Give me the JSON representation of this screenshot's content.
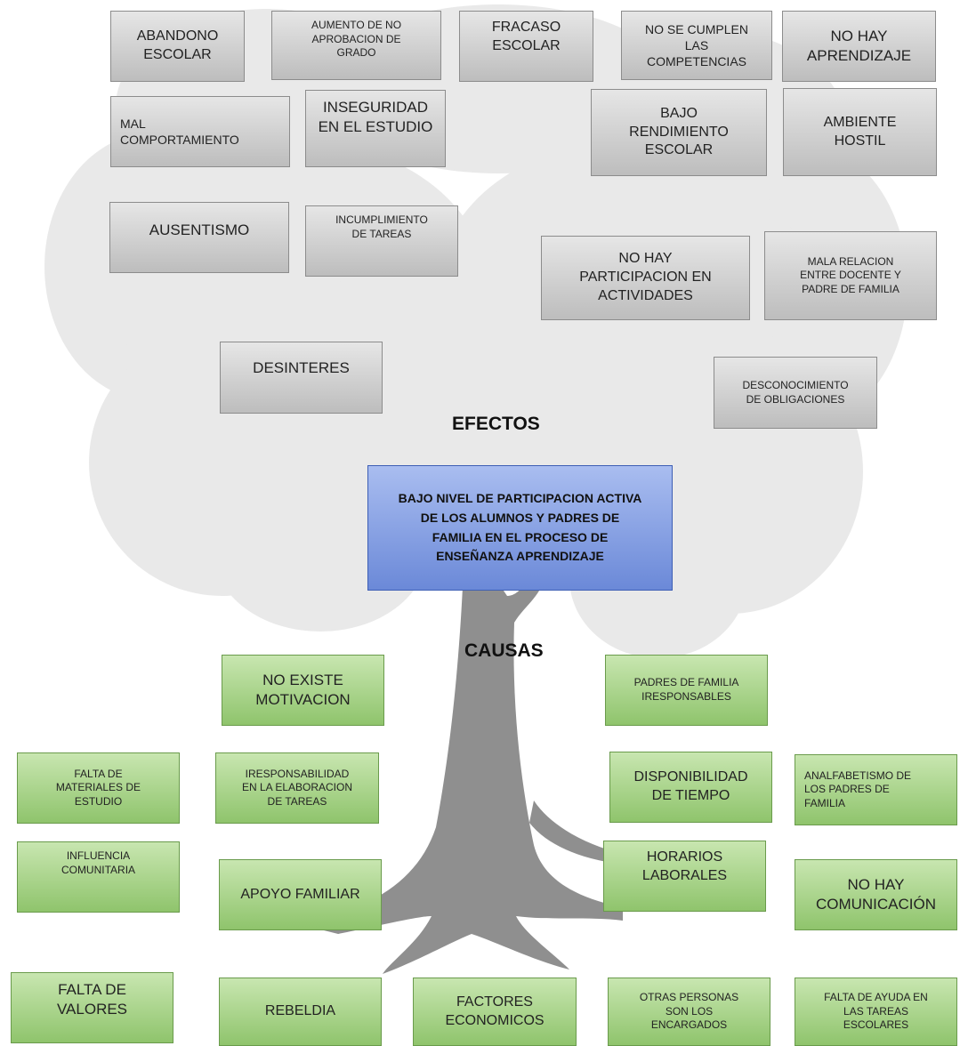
{
  "headings": {
    "effects": "EFECTOS",
    "causes": "CAUSAS"
  },
  "problem": "BAJO NIVEL DE PARTICIPACION ACTIVA\nDE LOS ALUMNOS Y PADRES DE\nFAMILIA EN EL PROCESO DE\nENSEÑANZA APRENDIZAJE",
  "effects": [
    "ABANDONO\nESCOLAR",
    "AUMENTO DE NO\nAPROBACION DE\nGRADO",
    "FRACASO\nESCOLAR",
    "NO SE CUMPLEN\nLAS\nCOMPETENCIAS",
    "NO HAY\nAPRENDIZAJE",
    "MAL\nCOMPORTAMIENTO",
    "INSEGURIDAD\nEN EL ESTUDIO",
    "BAJO\nRENDIMIENTO\nESCOLAR",
    "AMBIENTE\nHOSTIL",
    "AUSENTISMO",
    "INCUMPLIMIENTO\nDE TAREAS",
    "NO HAY\nPARTICIPACION EN\nACTIVIDADES",
    "MALA RELACION\nENTRE DOCENTE Y\nPADRE DE FAMILIA",
    "DESINTERES",
    "DESCONOCIMIENTO\nDE OBLIGACIONES"
  ],
  "causes": [
    "NO EXISTE\nMOTIVACION",
    "PADRES DE FAMILIA\nIRESPONSABLES",
    "FALTA DE\nMATERIALES DE\nESTUDIO",
    "IRESPONSABILIDAD\nEN LA ELABORACION\nDE TAREAS",
    "DISPONIBILIDAD\nDE TIEMPO",
    "ANALFABETISMO DE\nLOS PADRES DE\nFAMILIA",
    "INFLUENCIA\nCOMUNITARIA",
    "APOYO FAMILIAR",
    "HORARIOS\nLABORALES",
    "NO HAY\nCOMUNICACIÓN",
    "FALTA DE\nVALORES",
    "REBELDIA",
    "FACTORES\nECONOMICOS",
    "OTRAS PERSONAS\nSON LOS\nENCARGADOS",
    "FALTA DE AYUDA EN\nLAS TAREAS\nESCOLARES"
  ],
  "colors": {
    "effect_box": "#c9c9c9",
    "cause_box": "#a6d386",
    "problem_box": "#8aa3e4",
    "tree_canopy": "#e7e7e7",
    "tree_trunk": "#8e8e8e"
  }
}
